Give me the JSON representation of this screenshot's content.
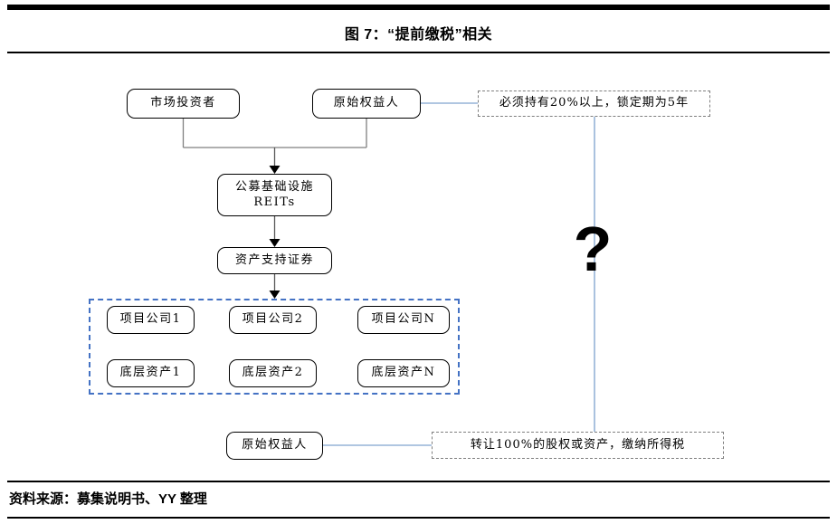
{
  "figure": {
    "title": "图 7：“提前缴税”相关",
    "source": "资料来源：募集说明书、YY 整理"
  },
  "flowchart": {
    "top_row": {
      "market_investors": "市场投资者",
      "original_equity_holder": "原始权益人"
    },
    "right_note": "必须持有20%以上，锁定期为5年",
    "reits": {
      "line1": "公募基础设施",
      "line2": "REITs"
    },
    "abs_box": "资产支持证券",
    "asset_pool": {
      "project_companies": [
        "项目公司1",
        "项目公司2",
        "项目公司N"
      ],
      "underlying_assets": [
        "底层资产1",
        "底层资产2",
        "底层资产N"
      ]
    },
    "bottom_row": {
      "original_equity_holder": "原始权益人",
      "transfer_note": "转让100%的股权或资产，缴纳所得税"
    },
    "question_mark": "?",
    "colors": {
      "connector_blue": "#95b3d7",
      "container_dash_blue": "#4472c4",
      "connector_gray": "#7f7f7f",
      "box_border": "#000000"
    }
  }
}
